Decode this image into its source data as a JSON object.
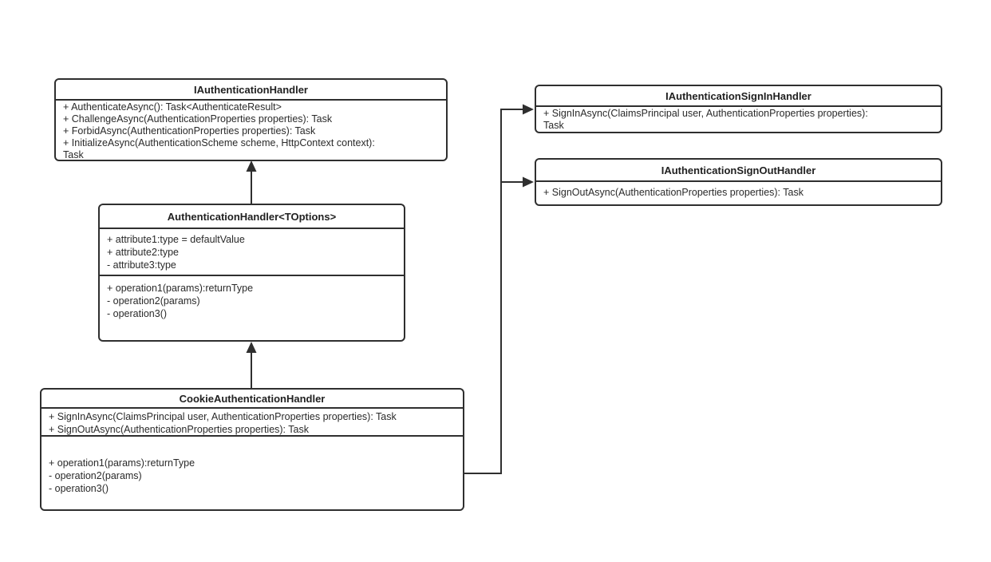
{
  "diagram": {
    "type": "uml-class-diagram",
    "background_color": "#ffffff",
    "line_color": "#2f2f2f",
    "text_color": "#2a2a2a",
    "classes": [
      {
        "name": "IAuthenticationHandler",
        "members": [
          "+ AuthenticateAsync(): Task<AuthenticateResult>",
          "+ ChallengeAsync(AuthenticationProperties properties): Task",
          "+ ForbidAsync(AuthenticationProperties properties): Task",
          "+ InitializeAsync(AuthenticationScheme scheme, HttpContext context):",
          "Task"
        ]
      },
      {
        "name": "AuthenticationHandler<TOptions>",
        "attributes": [
          "+ attribute1:type = defaultValue",
          "+ attribute2:type",
          "- attribute3:type"
        ],
        "operations": [
          "+ operation1(params):returnType",
          "- operation2(params)",
          "- operation3()"
        ]
      },
      {
        "name": "CookieAuthenticationHandler",
        "members": [
          "+ SignInAsync(ClaimsPrincipal user, AuthenticationProperties properties): Task",
          "+ SignOutAsync(AuthenticationProperties properties): Task"
        ],
        "operations": [
          "+ operation1(params):returnType",
          "- operation2(params)",
          "- operation3()"
        ]
      },
      {
        "name": "IAuthenticationSignInHandler",
        "members": [
          "+ SignInAsync(ClaimsPrincipal user, AuthenticationProperties properties):",
          "Task"
        ]
      },
      {
        "name": "IAuthenticationSignOutHandler",
        "members": [
          "+ SignOutAsync(AuthenticationProperties properties): Task"
        ]
      }
    ],
    "relations": [
      {
        "from": "AuthenticationHandler<TOptions>",
        "to": "IAuthenticationHandler",
        "type": "inheritance-arrow-up"
      },
      {
        "from": "CookieAuthenticationHandler",
        "to": "AuthenticationHandler<TOptions>",
        "type": "inheritance-arrow-up"
      },
      {
        "from": "CookieAuthenticationHandler",
        "to": "IAuthenticationSignInHandler",
        "type": "realization-arrow-right"
      },
      {
        "from": "CookieAuthenticationHandler",
        "to": "IAuthenticationSignOutHandler",
        "type": "realization-arrow-right"
      }
    ]
  }
}
